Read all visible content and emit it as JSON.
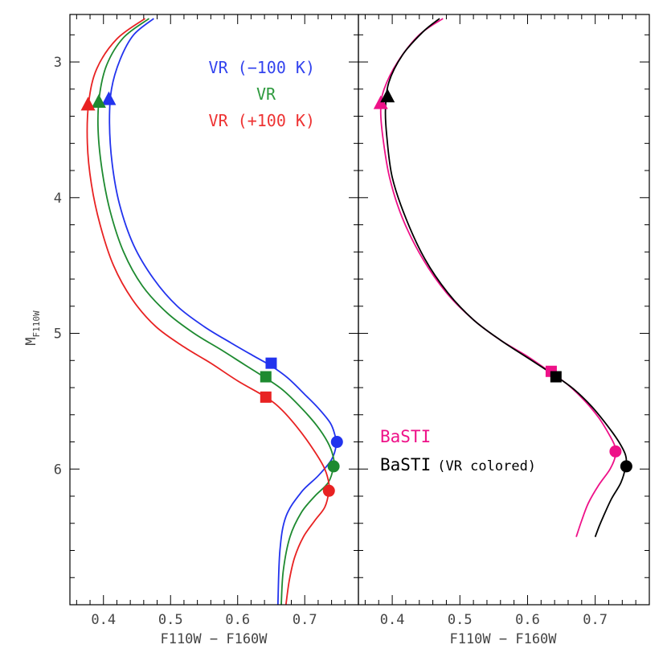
{
  "chart_data": [
    {
      "type": "line",
      "xlabel": "F110W − F160W",
      "ylabel": "M",
      "ylabel_sub": "F110W",
      "xlim": [
        0.35,
        0.78
      ],
      "ylim": [
        7.0,
        2.65
      ],
      "x_ticks": [
        0.4,
        0.5,
        0.6,
        0.7
      ],
      "x_tick_labels": [
        "0.4",
        "0.5",
        "0.6",
        "0.7"
      ],
      "y_ticks": [
        3,
        4,
        5,
        6
      ],
      "y_tick_labels": [
        "3",
        "4",
        "5",
        "6"
      ],
      "legend": [
        {
          "text": "VR (−100 K)",
          "color": "#3344ee"
        },
        {
          "text": "VR",
          "color": "#2e9a3e"
        },
        {
          "text": "VR (+100 K)",
          "color": "#ee3333"
        }
      ],
      "series": [
        {
          "name": "VR (−100 K)",
          "color": "#2233ee",
          "points": [
            [
              0.475,
              2.68
            ],
            [
              0.445,
              2.8
            ],
            [
              0.425,
              2.98
            ],
            [
              0.412,
              3.2
            ],
            [
              0.409,
              3.45
            ],
            [
              0.413,
              3.75
            ],
            [
              0.424,
              4.05
            ],
            [
              0.445,
              4.35
            ],
            [
              0.475,
              4.6
            ],
            [
              0.51,
              4.8
            ],
            [
              0.55,
              4.95
            ],
            [
              0.59,
              5.07
            ],
            [
              0.625,
              5.17
            ],
            [
              0.65,
              5.24
            ],
            [
              0.675,
              5.33
            ],
            [
              0.7,
              5.45
            ],
            [
              0.72,
              5.55
            ],
            [
              0.738,
              5.66
            ],
            [
              0.745,
              5.75
            ],
            [
              0.747,
              5.82
            ],
            [
              0.74,
              5.93
            ],
            [
              0.72,
              6.05
            ],
            [
              0.695,
              6.17
            ],
            [
              0.672,
              6.35
            ],
            [
              0.663,
              6.6
            ],
            [
              0.66,
              7.0
            ]
          ],
          "markers": [
            {
              "shape": "triangle",
              "x": 0.408,
              "y": 3.27
            },
            {
              "shape": "square",
              "x": 0.65,
              "y": 5.22
            },
            {
              "shape": "circle",
              "x": 0.748,
              "y": 5.8
            }
          ]
        },
        {
          "name": "VR",
          "color": "#1e8a30",
          "points": [
            [
              0.468,
              2.68
            ],
            [
              0.43,
              2.82
            ],
            [
              0.405,
              3.02
            ],
            [
              0.394,
              3.25
            ],
            [
              0.392,
              3.5
            ],
            [
              0.398,
              3.8
            ],
            [
              0.41,
              4.1
            ],
            [
              0.43,
              4.4
            ],
            [
              0.458,
              4.65
            ],
            [
              0.495,
              4.85
            ],
            [
              0.535,
              5.0
            ],
            [
              0.575,
              5.12
            ],
            [
              0.61,
              5.23
            ],
            [
              0.642,
              5.33
            ],
            [
              0.668,
              5.42
            ],
            [
              0.695,
              5.55
            ],
            [
              0.718,
              5.68
            ],
            [
              0.734,
              5.8
            ],
            [
              0.742,
              5.9
            ],
            [
              0.743,
              5.98
            ],
            [
              0.735,
              6.1
            ],
            [
              0.715,
              6.2
            ],
            [
              0.695,
              6.32
            ],
            [
              0.678,
              6.5
            ],
            [
              0.668,
              6.75
            ],
            [
              0.665,
              7.0
            ]
          ],
          "markers": [
            {
              "shape": "triangle",
              "x": 0.393,
              "y": 3.29
            },
            {
              "shape": "square",
              "x": 0.642,
              "y": 5.32
            },
            {
              "shape": "circle",
              "x": 0.743,
              "y": 5.98
            }
          ]
        },
        {
          "name": "VR (+100 K)",
          "color": "#e82222",
          "points": [
            [
              0.462,
              2.68
            ],
            [
              0.42,
              2.83
            ],
            [
              0.39,
              3.05
            ],
            [
              0.378,
              3.3
            ],
            [
              0.376,
              3.6
            ],
            [
              0.382,
              3.9
            ],
            [
              0.395,
              4.2
            ],
            [
              0.415,
              4.5
            ],
            [
              0.443,
              4.75
            ],
            [
              0.478,
              4.95
            ],
            [
              0.52,
              5.1
            ],
            [
              0.56,
              5.22
            ],
            [
              0.6,
              5.35
            ],
            [
              0.642,
              5.47
            ],
            [
              0.665,
              5.56
            ],
            [
              0.69,
              5.7
            ],
            [
              0.712,
              5.85
            ],
            [
              0.728,
              5.98
            ],
            [
              0.735,
              6.08
            ],
            [
              0.736,
              6.16
            ],
            [
              0.73,
              6.28
            ],
            [
              0.715,
              6.38
            ],
            [
              0.698,
              6.5
            ],
            [
              0.685,
              6.65
            ],
            [
              0.677,
              6.82
            ],
            [
              0.672,
              7.0
            ]
          ],
          "markers": [
            {
              "shape": "triangle",
              "x": 0.377,
              "y": 3.31
            },
            {
              "shape": "square",
              "x": 0.642,
              "y": 5.47
            },
            {
              "shape": "circle",
              "x": 0.736,
              "y": 6.16
            }
          ]
        }
      ]
    },
    {
      "type": "line",
      "xlabel": "F110W − F160W",
      "xlim": [
        0.35,
        0.78
      ],
      "ylim": [
        7.0,
        2.65
      ],
      "x_ticks": [
        0.4,
        0.5,
        0.6,
        0.7
      ],
      "x_tick_labels": [
        "0.4",
        "0.5",
        "0.6",
        "0.7"
      ],
      "legend": [
        {
          "text": "BaSTI",
          "color": "#ee1188"
        },
        {
          "text": "BaSTI",
          "suffix": "(VR colored)",
          "color": "#000000"
        }
      ],
      "series": [
        {
          "name": "BaSTI",
          "color": "#ee1188",
          "points": [
            [
              0.475,
              2.68
            ],
            [
              0.44,
              2.8
            ],
            [
              0.408,
              3.0
            ],
            [
              0.388,
              3.2
            ],
            [
              0.383,
              3.35
            ],
            [
              0.386,
              3.55
            ],
            [
              0.396,
              3.85
            ],
            [
              0.415,
              4.15
            ],
            [
              0.445,
              4.45
            ],
            [
              0.48,
              4.7
            ],
            [
              0.52,
              4.9
            ],
            [
              0.56,
              5.05
            ],
            [
              0.6,
              5.17
            ],
            [
              0.632,
              5.28
            ],
            [
              0.66,
              5.38
            ],
            [
              0.685,
              5.5
            ],
            [
              0.705,
              5.62
            ],
            [
              0.72,
              5.74
            ],
            [
              0.729,
              5.83
            ],
            [
              0.73,
              5.9
            ],
            [
              0.722,
              6.0
            ],
            [
              0.705,
              6.12
            ],
            [
              0.69,
              6.25
            ],
            [
              0.68,
              6.38
            ],
            [
              0.672,
              6.5
            ]
          ],
          "markers": [
            {
              "shape": "triangle",
              "x": 0.383,
              "y": 3.3
            },
            {
              "shape": "square",
              "x": 0.635,
              "y": 5.28
            },
            {
              "shape": "circle",
              "x": 0.73,
              "y": 5.87
            }
          ]
        },
        {
          "name": "BaSTI (VR colored)",
          "color": "#000000",
          "points": [
            [
              0.47,
              2.68
            ],
            [
              0.445,
              2.78
            ],
            [
              0.415,
              2.95
            ],
            [
              0.395,
              3.15
            ],
            [
              0.39,
              3.35
            ],
            [
              0.392,
              3.55
            ],
            [
              0.4,
              3.85
            ],
            [
              0.42,
              4.15
            ],
            [
              0.448,
              4.45
            ],
            [
              0.482,
              4.7
            ],
            [
              0.52,
              4.9
            ],
            [
              0.56,
              5.05
            ],
            [
              0.6,
              5.18
            ],
            [
              0.64,
              5.31
            ],
            [
              0.668,
              5.41
            ],
            [
              0.695,
              5.54
            ],
            [
              0.718,
              5.68
            ],
            [
              0.735,
              5.8
            ],
            [
              0.745,
              5.9
            ],
            [
              0.745,
              5.98
            ],
            [
              0.738,
              6.1
            ],
            [
              0.724,
              6.22
            ],
            [
              0.712,
              6.35
            ],
            [
              0.706,
              6.42
            ],
            [
              0.7,
              6.5
            ]
          ],
          "markers": [
            {
              "shape": "triangle",
              "x": 0.393,
              "y": 3.25
            },
            {
              "shape": "square",
              "x": 0.642,
              "y": 5.32
            },
            {
              "shape": "circle",
              "x": 0.746,
              "y": 5.98
            }
          ]
        }
      ]
    }
  ]
}
